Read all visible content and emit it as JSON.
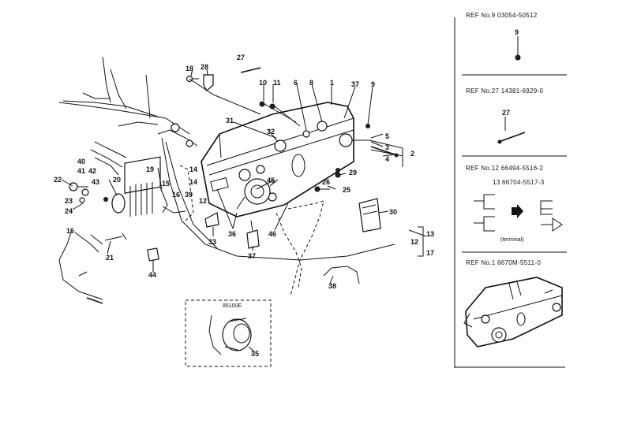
{
  "callouts": {
    "c1": "1",
    "c2": "2",
    "c3": "3",
    "c4": "4",
    "c5": "5",
    "c6": "6",
    "c8": "8",
    "c9": "9",
    "c10": "10",
    "c11": "11",
    "c12": "12",
    "c12b": "12",
    "c13": "13",
    "c14": "14",
    "c14b": "14",
    "c15": "15",
    "c16": "16",
    "c16b": "16",
    "c17": "17",
    "c18": "18",
    "c19": "19",
    "c20": "20",
    "c21": "21",
    "c22": "22",
    "c23": "23",
    "c24": "24",
    "c25": "25",
    "c26": "26",
    "c27": "27",
    "c28": "28",
    "c29": "29",
    "c30": "30",
    "c31": "31",
    "c32": "32",
    "c33": "33",
    "c35": "35",
    "c36": "36",
    "c37": "37",
    "c37b": "37",
    "c38": "38",
    "c39": "39",
    "c40": "40",
    "c41": "41",
    "c42": "42",
    "c43": "43",
    "c44": "44",
    "c45": "45",
    "c46": "46"
  },
  "inset": {
    "label": "85100E",
    "part": "35"
  },
  "side": {
    "ref9": {
      "title": "REF No.9   03054-50512",
      "part": "9"
    },
    "ref27": {
      "title": "REF No.27 14381-6929-0",
      "part": "27"
    },
    "ref12": {
      "title": "REF No.12 66494-5516-2",
      "title2": "13 66704-5517-3",
      "caption": "(terminal)"
    },
    "ref1": {
      "title": "REF No.1   6670M-5511-0"
    }
  }
}
